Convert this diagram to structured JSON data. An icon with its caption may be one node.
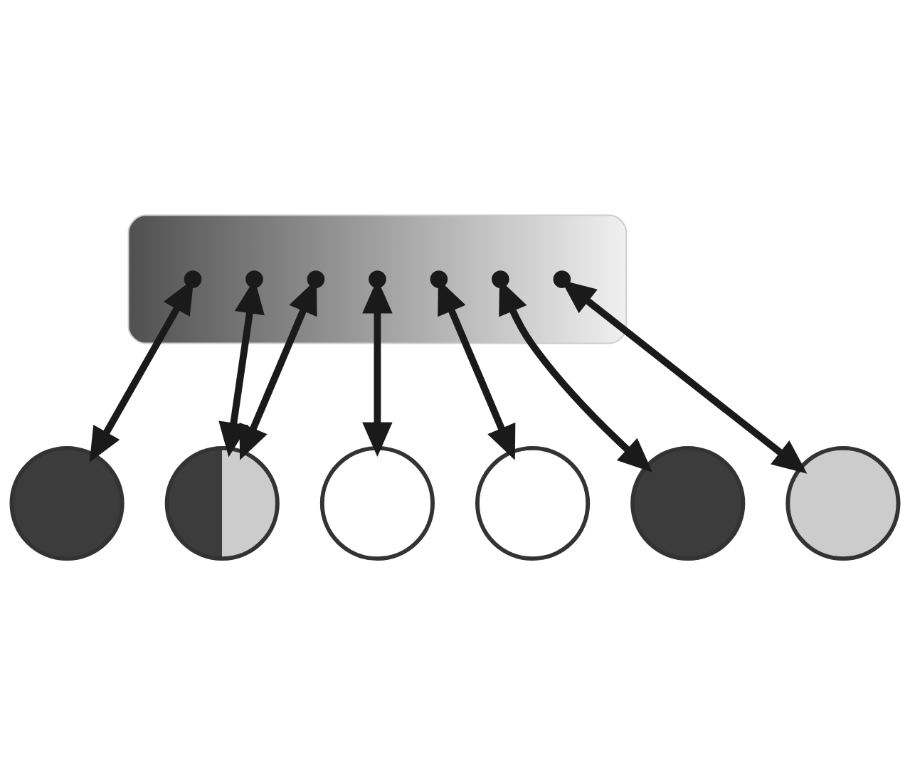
{
  "diagram": {
    "nodes": [
      {
        "text": [],
        "shape": "ellipse"
      },
      {
        "text": [],
        "shape": "dot",
        "in": 0
      },
      {
        "text": [],
        "shape": "dot",
        "in": 0
      },
      {
        "text": [],
        "shape": "dot",
        "in": 0
      },
      {
        "text": [],
        "shape": "dot",
        "in": 0
      },
      {
        "text": [],
        "shape": "dot",
        "in": 0
      },
      {
        "text": [],
        "shape": "dot",
        "in": 0
      },
      {
        "text": [],
        "shape": "dot",
        "in": 0
      },
      {
        "text": [],
        "shape": "circle"
      },
      {
        "text": [],
        "shape": "circle"
      },
      {
        "text": [],
        "shape": "circle"
      },
      {
        "text": [],
        "shape": "circle"
      },
      {
        "text": [],
        "shape": "circle"
      },
      {
        "text": [],
        "shape": "circle"
      }
    ],
    "edges": [
      {
        "from": 1,
        "to": 8,
        "arrow": "both"
      },
      {
        "from": 2,
        "to": 9,
        "arrow": "both"
      },
      {
        "from": 3,
        "to": 9,
        "arrow": "both"
      },
      {
        "from": 4,
        "to": 10,
        "arrow": "both"
      },
      {
        "from": 5,
        "to": 11,
        "arrow": "both"
      },
      {
        "from": 6,
        "to": 12,
        "arrow": "both"
      },
      {
        "from": 7,
        "to": 13,
        "arrow": "both"
      }
    ]
  }
}
